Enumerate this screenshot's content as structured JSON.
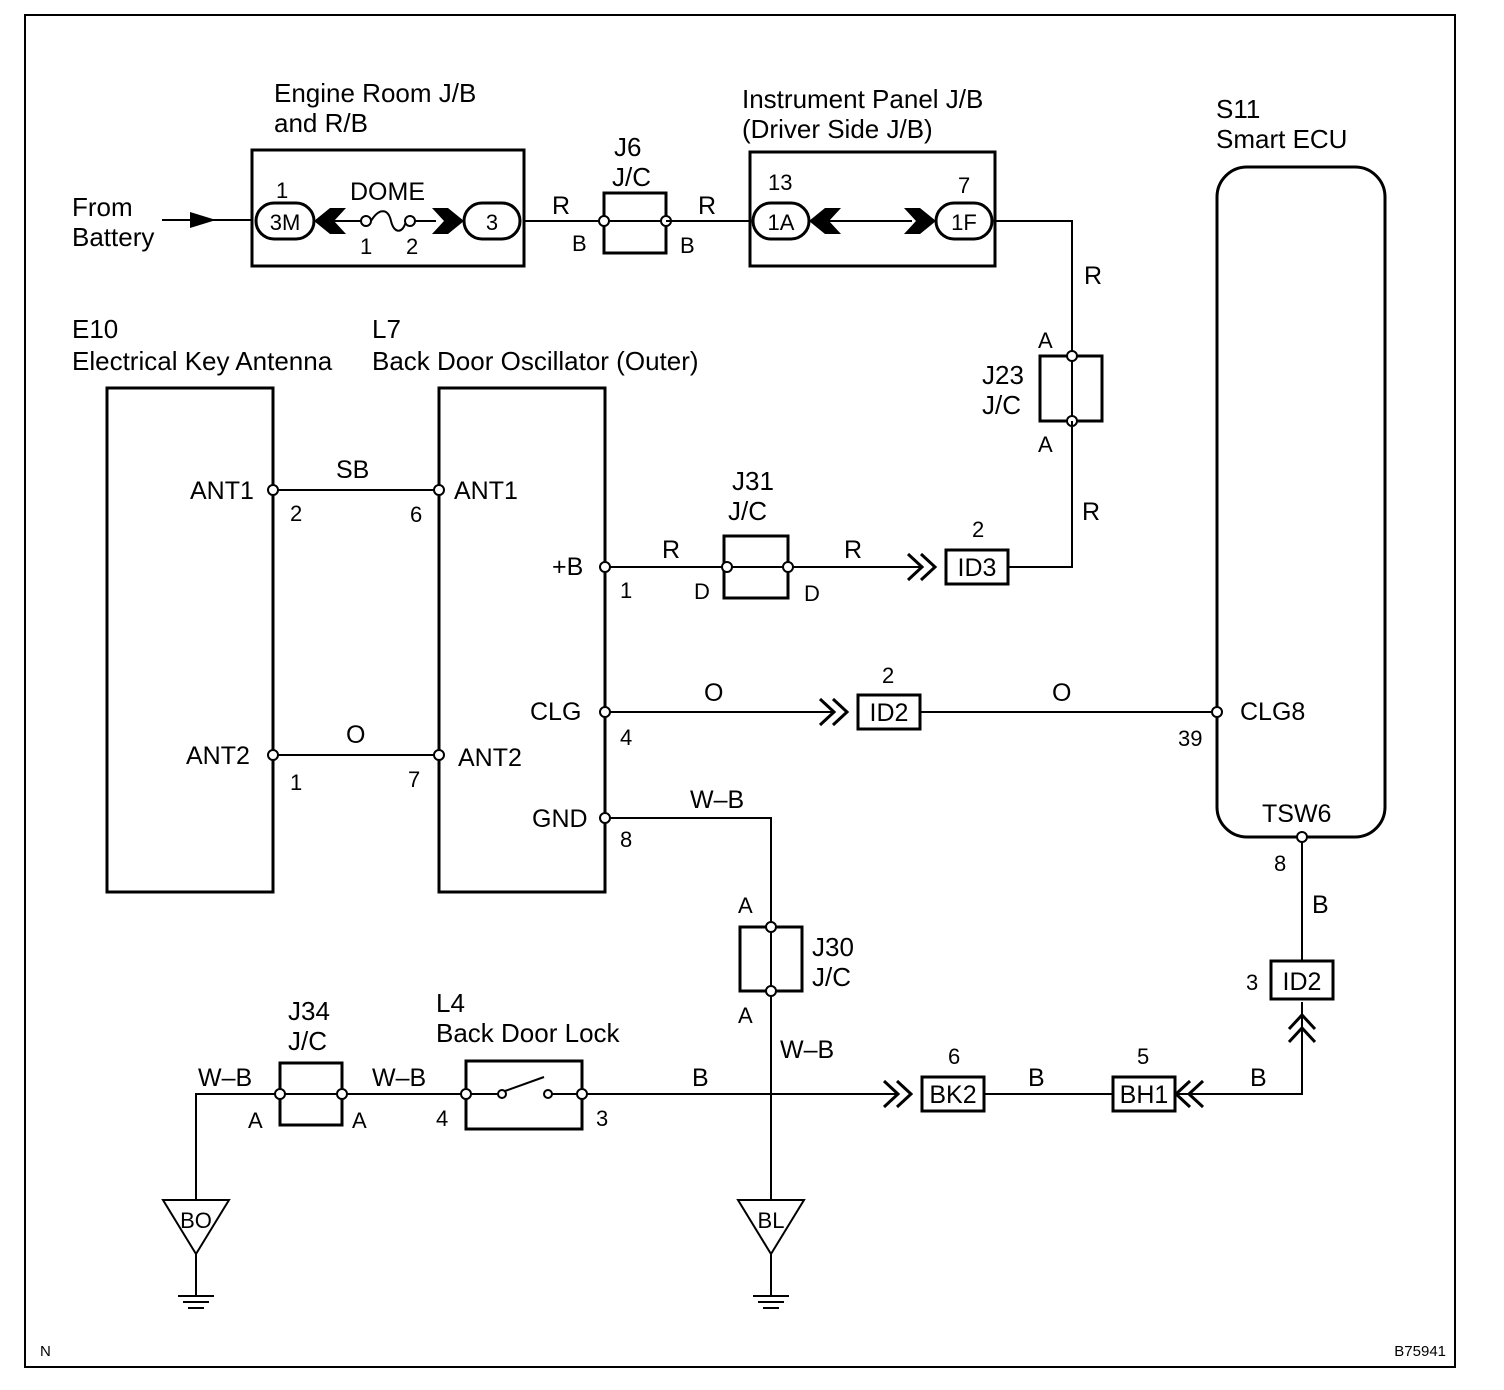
{
  "top": {
    "from_battery": [
      "From",
      "Battery"
    ],
    "engine_room_jb": {
      "title": [
        "Engine Room J/B",
        "and R/B"
      ],
      "fuse": "DOME",
      "conn_left": "3M",
      "conn_right": "3",
      "pin_left": "1",
      "fuse_pin1": "1",
      "fuse_pin2": "2"
    },
    "j6": {
      "title": [
        "J6",
        "J/C"
      ],
      "wire_left": "R",
      "wire_right": "R",
      "pin_left": "B",
      "pin_right": "B"
    },
    "ip_jb": {
      "title": [
        "Instrument Panel J/B",
        "(Driver Side J/B)"
      ],
      "conn_left": "1A",
      "conn_right": "1F",
      "pin_left": "13",
      "pin_right": "7"
    },
    "wire_to_j23": "R"
  },
  "ecu": {
    "title": [
      "S11",
      "Smart ECU"
    ],
    "clg_label": "CLG8",
    "clg_pin": "39",
    "tsw_label": "TSW6",
    "tsw_pin": "8"
  },
  "e10": {
    "title": [
      "E10",
      "Electrical Key Antenna"
    ],
    "ant1": "ANT1",
    "ant1_pin": "2",
    "ant2": "ANT2",
    "ant2_pin": "1"
  },
  "l7": {
    "title": [
      "L7",
      "Back Door Oscillator (Outer)"
    ],
    "ant1": "ANT1",
    "ant1_pin": "6",
    "ant2": "ANT2",
    "ant2_pin": "7",
    "plusb": "+B",
    "plusb_pin": "1",
    "clg": "CLG",
    "clg_pin": "4",
    "gnd": "GND",
    "gnd_pin": "8"
  },
  "wires": {
    "ant1": "SB",
    "ant2": "O",
    "b_to_j31": "R",
    "j31_to_id3": "R",
    "id3_up": "R",
    "clg_to_id2": "O",
    "id2_to_ecu": "O",
    "gnd": "W–B",
    "j30_down": "W–B",
    "l4_to_bk2": "B",
    "bk2_to_bh1": "B",
    "bh1_to_id2": "B",
    "id2_to_tsw": "B",
    "j34_left": "W–B",
    "j34_right": "W–B"
  },
  "j23": {
    "title": [
      "J23",
      "J/C"
    ],
    "pin_top": "A",
    "pin_bottom": "A"
  },
  "j31": {
    "title": [
      "J31",
      "J/C"
    ],
    "pin_left": "D",
    "pin_right": "D"
  },
  "j30": {
    "title": [
      "J30",
      "J/C"
    ],
    "pin_top": "A",
    "pin_bottom": "A"
  },
  "j34": {
    "title": [
      "J34",
      "J/C"
    ],
    "pin_left": "A",
    "pin_right": "A"
  },
  "connectors": {
    "id3": "ID3",
    "id3_pin": "2",
    "id2_mid": "ID2",
    "id2_mid_pin": "2",
    "id2_right": "ID2",
    "id2_right_pin": "3",
    "bk2": "BK2",
    "bk2_pin": "6",
    "bh1": "BH1",
    "bh1_pin": "5"
  },
  "l4": {
    "title": [
      "L4",
      "Back Door Lock"
    ],
    "pin_left": "4",
    "pin_right": "3"
  },
  "grounds": {
    "bo": "BO",
    "bl": "BL"
  },
  "corner": {
    "left": "N",
    "right": "B75941"
  }
}
